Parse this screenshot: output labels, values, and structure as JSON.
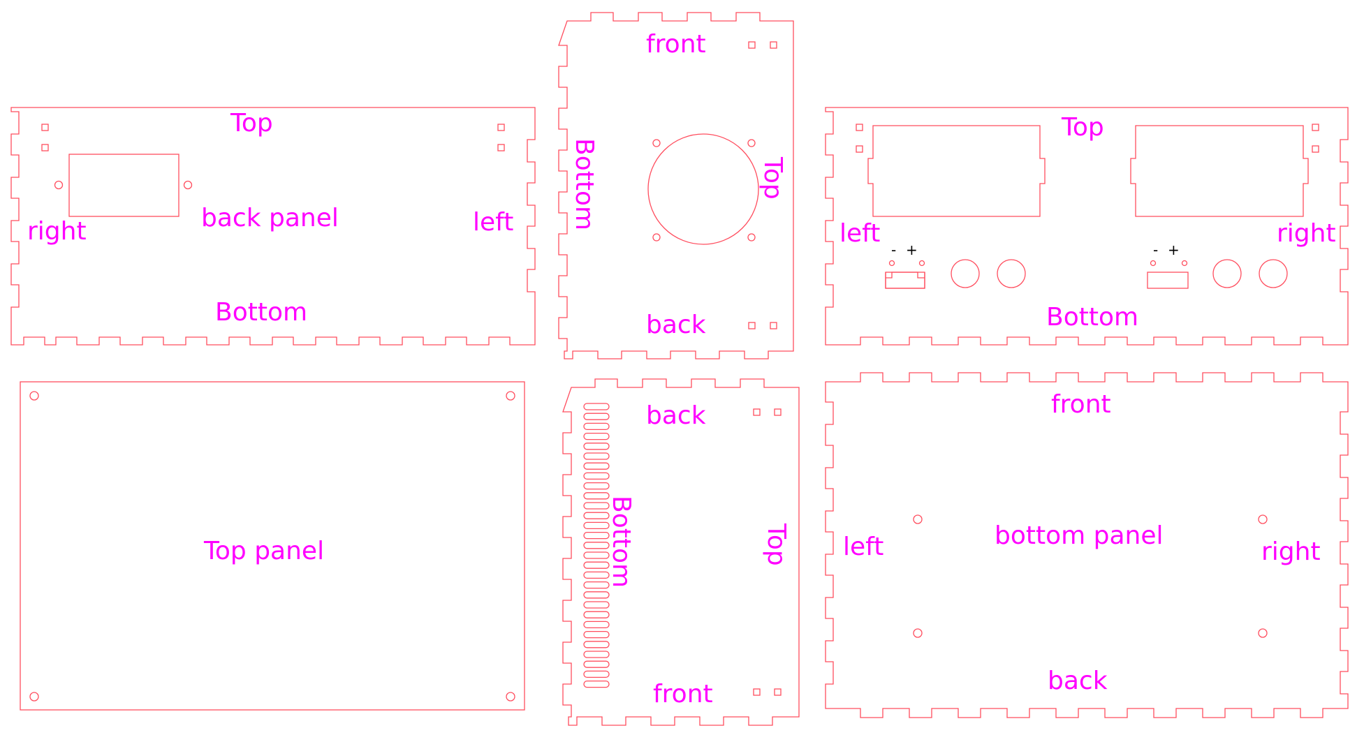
{
  "colors": {
    "cut_line": "#ff4d5e",
    "label": "#ff00ff",
    "polarity": "#000000",
    "background": "#ffffff"
  },
  "back_panel": {
    "top": "Top",
    "name": "back panel",
    "left": "left",
    "right": "right",
    "bottom": "Bottom"
  },
  "top_side": {
    "front": "front",
    "back": "back",
    "bottom": "Bottom",
    "top": "Top"
  },
  "front_panel": {
    "top": "Top",
    "left": "left",
    "right": "right",
    "bottom": "Bottom",
    "minus": "-",
    "plus": "+"
  },
  "top_panel": {
    "name": "Top panel"
  },
  "vent_side": {
    "back": "back",
    "front": "front",
    "bottom": "Bottom",
    "top": "Top"
  },
  "bottom_panel": {
    "front": "front",
    "name": "bottom panel",
    "left": "left",
    "right": "right",
    "back": "back"
  }
}
